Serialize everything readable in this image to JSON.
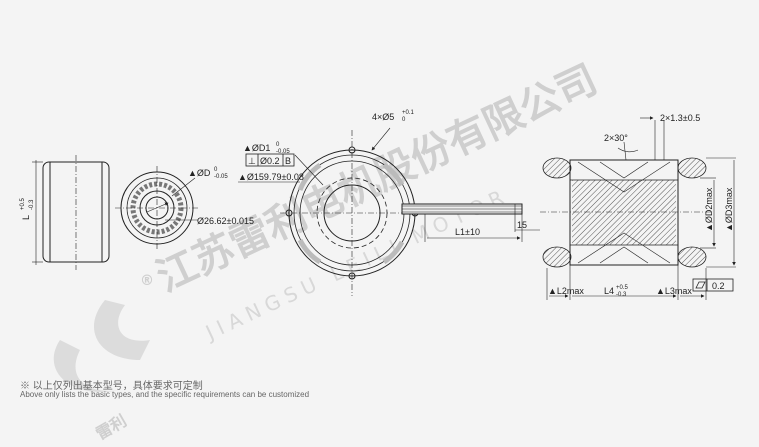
{
  "watermark": {
    "company_cn": "江苏雷利电机股份有限公司",
    "company_en": "JIANGSU LEILI MOTOR",
    "registered_mark": "®",
    "logo_script": "雷利"
  },
  "dimensions": {
    "length": "L",
    "length_tol_upper": "+0.5",
    "length_tol_lower": "-0.3",
    "bore": "ØD",
    "bore_tol_upper": "0",
    "bore_tol_lower": "-0.05",
    "inner_diameter": "Ø26.62±0.015",
    "pitch_circle": "Ø159.79±0.08",
    "d1": "ØD1",
    "d1_tol_upper": "0",
    "d1_tol_lower": "-0.05",
    "perp_symbol": "⊥",
    "perp_value": "Ø0.2",
    "perp_datum": "B",
    "holes": "4×Ø5",
    "holes_tol_upper": "+0.1",
    "holes_tol_lower": "0",
    "lead_length": "L1±10",
    "lead_strip": "15",
    "chamfer_top": "2×1.3±0.5",
    "chamfer_angle": "2×30°",
    "d2": "ØD2max",
    "d3": "ØD3max",
    "l2": "L2max",
    "l4": "L4",
    "l4_tol_upper": "+0.5",
    "l4_tol_lower": "-0.3",
    "l3": "L3max",
    "flatness_value": "0.2"
  },
  "note": {
    "symbol": "※",
    "text_cn": "以上仅列出基本型号，具体要求可定制",
    "text_en": "Above only lists the basic types, and the specific requirements can be customized"
  }
}
